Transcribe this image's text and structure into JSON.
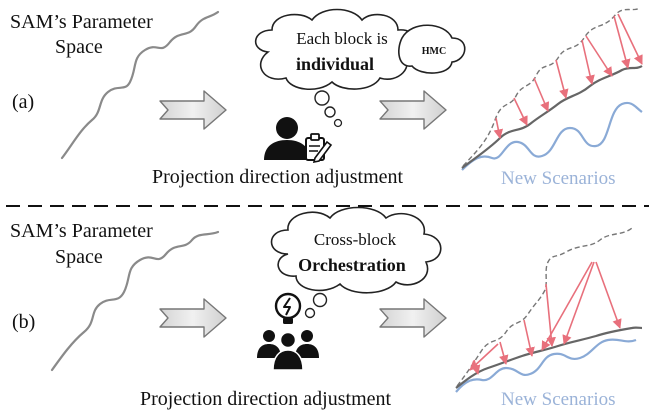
{
  "panel_a": {
    "tag": "(a)",
    "space_title_line1": "SAM’s Parameter",
    "space_title_line2": "Space",
    "bubble_line1": "Each block is",
    "bubble_line2": "individual",
    "bubble_note": "HMC",
    "caption": "Projection direction adjustment",
    "scenario_label": "New Scenarios"
  },
  "panel_b": {
    "tag": "(b)",
    "space_title_line1": "SAM’s Parameter",
    "space_title_line2": "Space",
    "bubble_line1": "Cross-block",
    "bubble_line2": "Orchestration",
    "caption": "Projection direction adjustment",
    "scenario_label": "New Scenarios"
  },
  "icons": {
    "person": "person-with-clipboard-icon",
    "team": "team-with-lightbulb-icon",
    "arrow": "right-block-arrow-icon"
  },
  "colors": {
    "red_arrows": "#e8707c",
    "blue_curve": "#8aaad6",
    "scenario_text": "#9bb3d8",
    "dashed_line": "#777777",
    "param_curve": "#8a8a8a",
    "ink": "#111111"
  }
}
